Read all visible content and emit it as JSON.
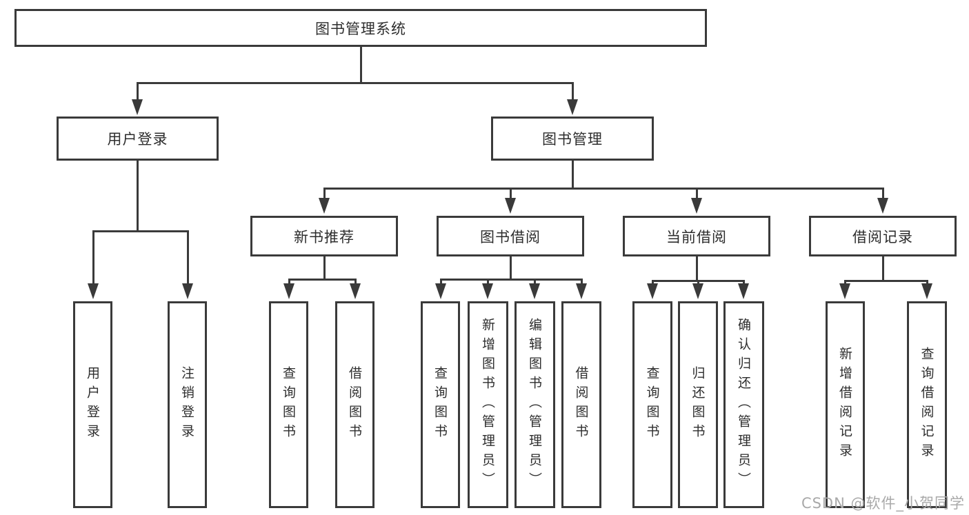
{
  "colors": {
    "line": "#3a3a3a",
    "box_border": "#3a3a3a",
    "text": "#2d2d2d",
    "watermark": "#a9a9a9",
    "background": "#ffffff"
  },
  "watermark": {
    "text": "CSDN @软件_小贺同学"
  },
  "tree": {
    "root": "图书管理系统",
    "children": [
      {
        "label": "用户登录",
        "children": [
          {
            "label": "用户登录"
          },
          {
            "label": "注销登录"
          }
        ]
      },
      {
        "label": "图书管理",
        "children": [
          {
            "label": "新书推荐",
            "children": [
              {
                "label": "查询图书"
              },
              {
                "label": "借阅图书"
              }
            ]
          },
          {
            "label": "图书借阅",
            "children": [
              {
                "label": "查询图书"
              },
              {
                "label": "新增图书（管理员）"
              },
              {
                "label": "编辑图书（管理员）"
              },
              {
                "label": "借阅图书"
              }
            ]
          },
          {
            "label": "当前借阅",
            "children": [
              {
                "label": "查询图书"
              },
              {
                "label": "归还图书"
              },
              {
                "label": "确认归还（管理员）"
              }
            ]
          },
          {
            "label": "借阅记录",
            "children": [
              {
                "label": "新增借阅记录"
              },
              {
                "label": "查询借阅记录"
              }
            ]
          }
        ]
      }
    ]
  }
}
